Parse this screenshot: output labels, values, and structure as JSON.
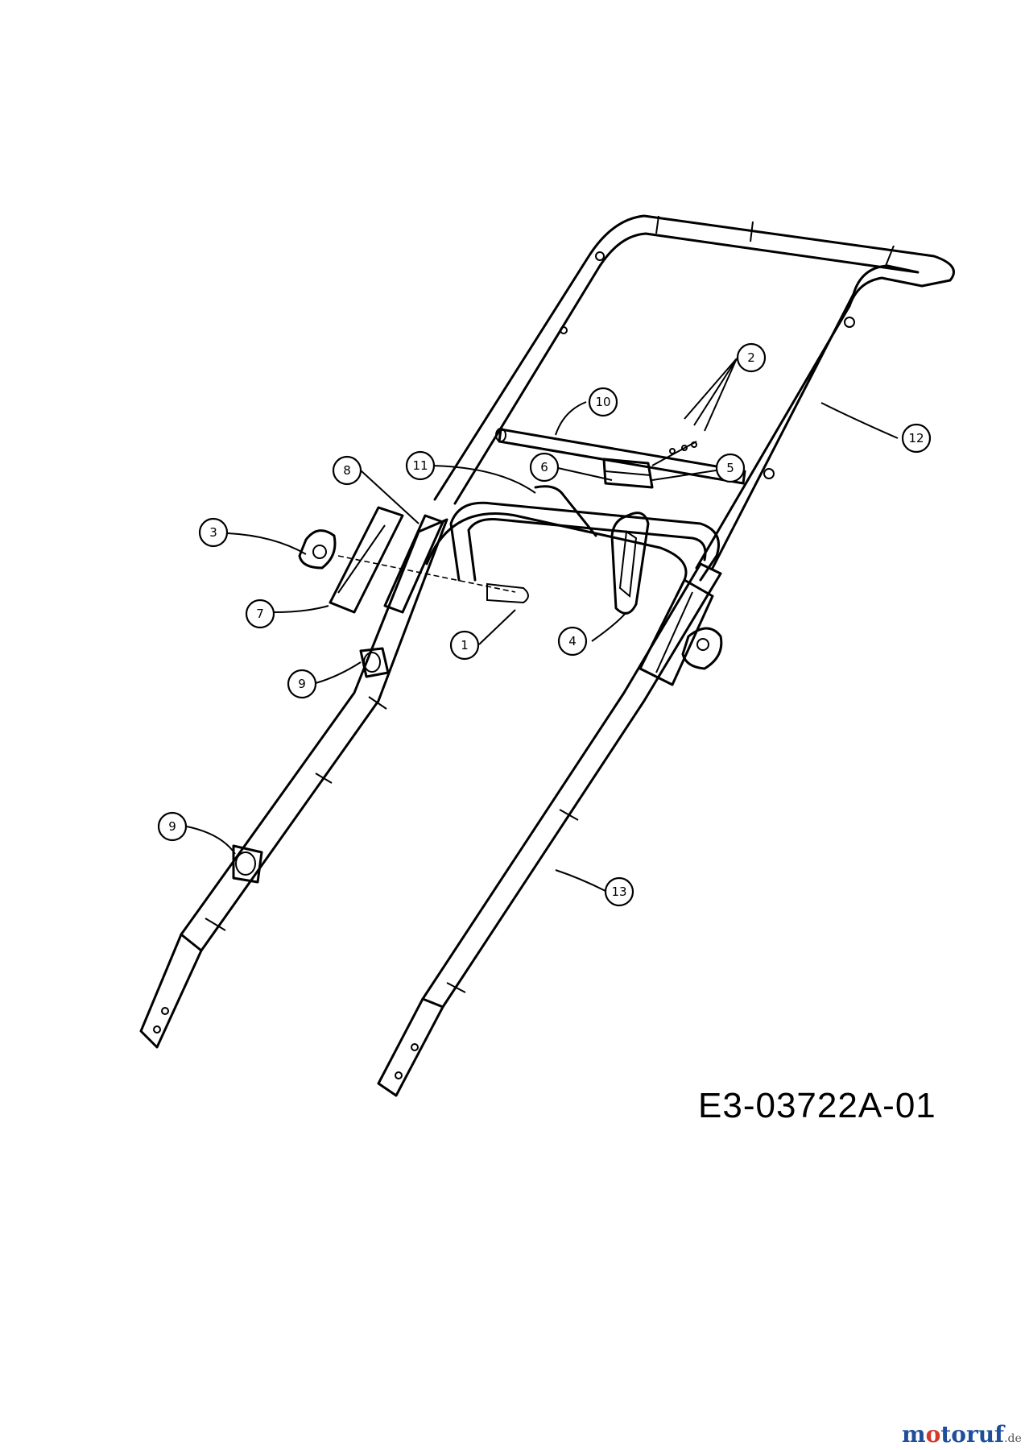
{
  "drawing_number": "E3-03722A-01",
  "watermark": {
    "text": "motoruf.de",
    "part1": "m",
    "part2": "o",
    "part3": "toruf",
    "suffix": ".de"
  },
  "callouts": [
    {
      "id": "c1",
      "label": "1"
    },
    {
      "id": "c2",
      "label": "2"
    },
    {
      "id": "c3",
      "label": "3"
    },
    {
      "id": "c4",
      "label": "4"
    },
    {
      "id": "c5",
      "label": "5"
    },
    {
      "id": "c6",
      "label": "6"
    },
    {
      "id": "c7",
      "label": "7"
    },
    {
      "id": "c8",
      "label": "8"
    },
    {
      "id": "c9a",
      "label": "9"
    },
    {
      "id": "c9b",
      "label": "9"
    },
    {
      "id": "c10",
      "label": "10"
    },
    {
      "id": "c11",
      "label": "11"
    },
    {
      "id": "c12",
      "label": "12"
    },
    {
      "id": "c13",
      "label": "13"
    }
  ]
}
